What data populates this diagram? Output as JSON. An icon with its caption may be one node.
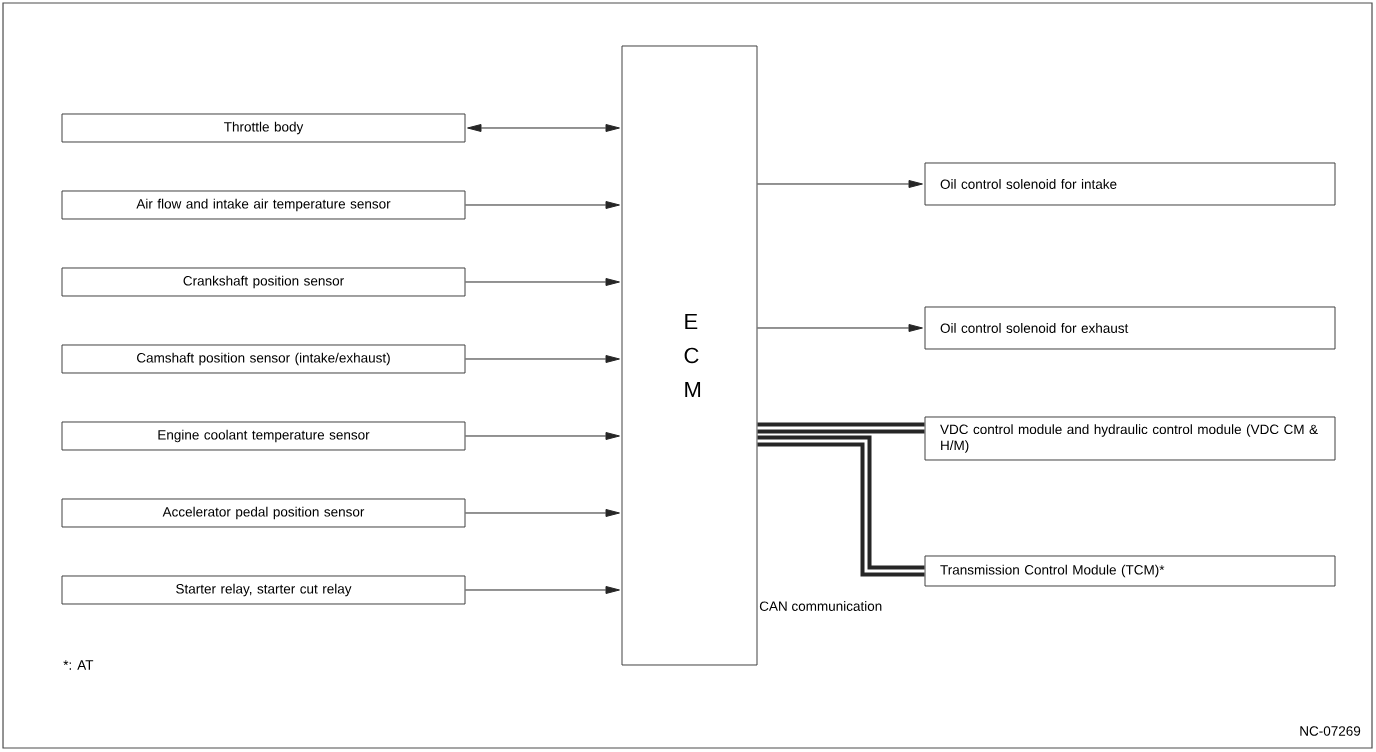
{
  "diagram": {
    "nodes": [
      {
        "text": [
          "Throttle body"
        ]
      },
      {
        "text": [
          "Air flow and intake air temperature sensor"
        ]
      },
      {
        "text": [
          "Crankshaft position sensor"
        ]
      },
      {
        "text": [
          "Camshaft position sensor (intake/exhaust)"
        ]
      },
      {
        "text": [
          "Engine coolant temperature sensor"
        ]
      },
      {
        "text": [
          "Accelerator pedal position sensor"
        ]
      },
      {
        "text": [
          "Starter relay, starter cut relay"
        ]
      },
      {
        "text": [
          "E C M"
        ]
      },
      {
        "text": [
          "Oil control solenoid for intake"
        ]
      },
      {
        "text": [
          "Oil control solenoid for exhaust"
        ]
      },
      {
        "text": [
          "VDC control module and hydraulic control module (VDC CM & H/M)"
        ]
      },
      {
        "text": [
          "Transmission Control Module (TCM)*"
        ]
      }
    ],
    "edges": [
      {
        "from": 0,
        "to": 7,
        "arrow": "both"
      },
      {
        "from": 1,
        "to": 7,
        "arrow": "to"
      },
      {
        "from": 2,
        "to": 7,
        "arrow": "to"
      },
      {
        "from": 3,
        "to": 7,
        "arrow": "to"
      },
      {
        "from": 4,
        "to": 7,
        "arrow": "to"
      },
      {
        "from": 5,
        "to": 7,
        "arrow": "to"
      },
      {
        "from": 6,
        "to": 7,
        "arrow": "to"
      },
      {
        "from": 7,
        "to": 8,
        "arrow": "to"
      },
      {
        "from": 7,
        "to": 9,
        "arrow": "to"
      },
      {
        "from": 7,
        "to": 10,
        "arrow": "none",
        "style": "thick"
      },
      {
        "from": 7,
        "to": 11,
        "arrow": "none",
        "style": "thick"
      }
    ],
    "labels": [
      "CAN communication",
      "*: AT",
      "NC-07269"
    ]
  }
}
